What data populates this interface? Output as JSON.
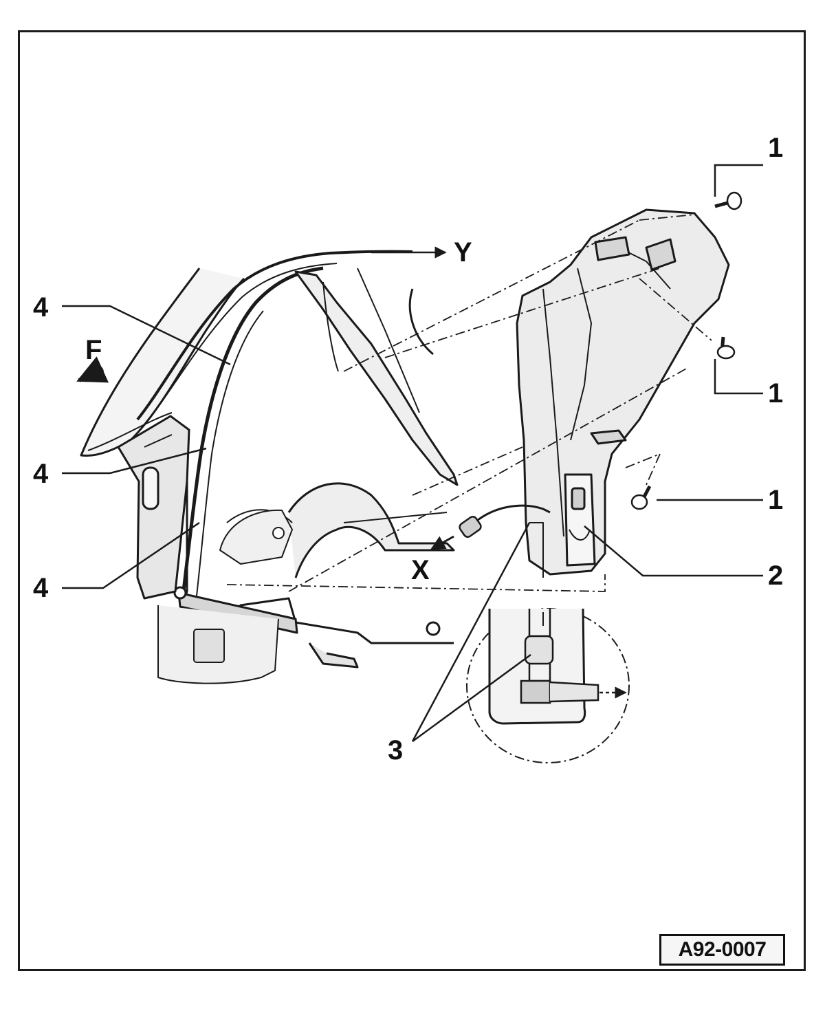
{
  "labels": {
    "screw_top": "1",
    "screw_middle": "1",
    "screw_lower": "1",
    "connector": "2",
    "callout_3": "3",
    "callout_4_top": "4",
    "callout_4_middle": "4",
    "callout_4_lower": "4",
    "direction_y": "Y",
    "direction_x": "X",
    "direction_f": "F"
  },
  "reference_code": "A92-0007",
  "colors": {
    "line": "#1a1a1a",
    "panel_fill": "#ececec",
    "panel_shade": "#d6d6d6",
    "background": "#ffffff"
  }
}
